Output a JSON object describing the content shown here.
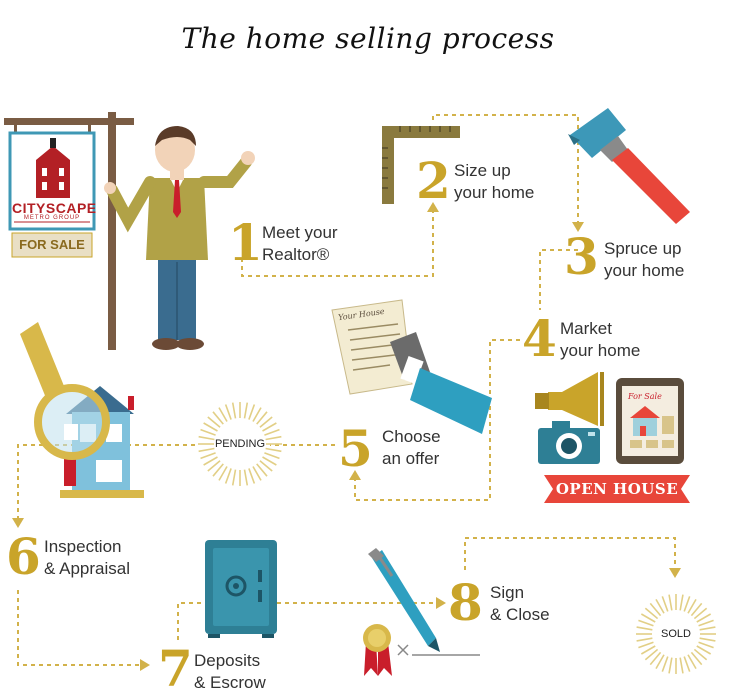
{
  "title": "The home selling process",
  "sign": {
    "brand": "CITYSCAPE",
    "brand_sub": "METRO GROUP",
    "for_sale": "FOR SALE"
  },
  "steps": [
    {
      "num": "1",
      "line1": "Meet your",
      "line2": "Realtor®"
    },
    {
      "num": "2",
      "line1": "Size up",
      "line2": "your home"
    },
    {
      "num": "3",
      "line1": "Spruce up",
      "line2": "your home"
    },
    {
      "num": "4",
      "line1": "Market",
      "line2": "your home"
    },
    {
      "num": "5",
      "line1": "Choose",
      "line2": "an offer"
    },
    {
      "num": "6",
      "line1": "Inspection",
      "line2": "& Appraisal"
    },
    {
      "num": "7",
      "line1": "Deposits",
      "line2": "& Escrow"
    },
    {
      "num": "8",
      "line1": "Sign",
      "line2": "& Close"
    }
  ],
  "pending": "PENDING",
  "sold": "SOLD",
  "open_house": "OPEN HOUSE",
  "document_title": "Your House",
  "tablet_title": "For Sale",
  "colors": {
    "gold": "#c9a42a",
    "dashed": "#d2b24a",
    "red": "#e8463a",
    "teal": "#2e7f95"
  },
  "icons": [
    "realtor-person-icon",
    "ruler-icon",
    "paintbrush-icon",
    "megaphone-icon",
    "camera-icon",
    "tablet-icon",
    "document-icon",
    "magnifier-house-icon",
    "safe-icon",
    "pen-icon",
    "seal-icon"
  ]
}
